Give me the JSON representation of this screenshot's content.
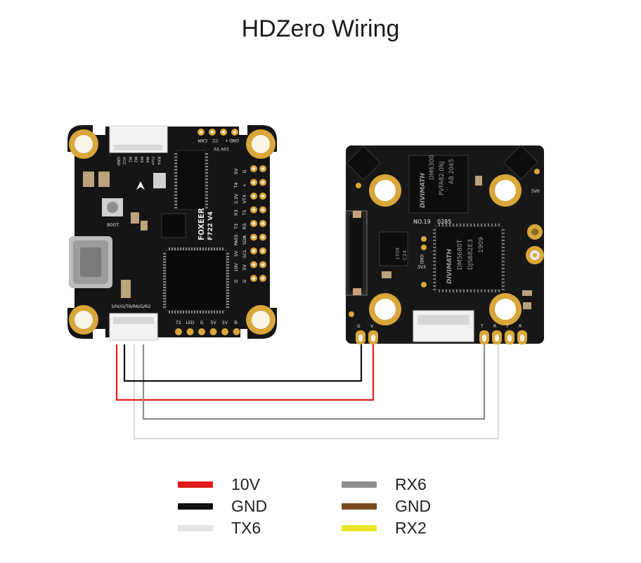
{
  "title": "HDZero Wiring",
  "fc_board": {
    "brand": "FOXEER",
    "model": "F722 V4",
    "boot_label": "BOOT",
    "connector_label": "10V/G/T6/R6/G/R2",
    "top_pads": [
      "GND",
      "+",
      "CC",
      "CAM"
    ],
    "top_pads_sub": [
      "10V",
      "5V"
    ],
    "top_connector_pins": [
      "GND",
      "VCC",
      "M1",
      "M2",
      "M3",
      "M4",
      "Curr",
      "RX4"
    ],
    "right_pads": [
      "G",
      "+",
      "VTX",
      "T5",
      "R5",
      "SDA",
      "SCL",
      "5V",
      "G",
      "5V",
      "T4",
      "3.3V",
      "R3",
      "T3",
      "PASS",
      "5V",
      "10V",
      "G"
    ],
    "bottom_pads": [
      "T2",
      "LED",
      "G",
      "5V",
      "5V",
      "B-"
    ]
  },
  "vtx_board": {
    "brand": "DIVIMATH",
    "chip1_line1": "DM6300",
    "chip1_line2": "PVFA82.0NJ",
    "chip1_line3": "AB 2045",
    "chip2_line1": "DM5680T",
    "chip2_line2": "DJS682E3",
    "chip2_line3": "1909",
    "board_id": "NO.19",
    "board_num": "0285",
    "small_chip_1": "1709",
    "small_chip_2": "C24",
    "label_3v3": "3V3",
    "label_gnd": "GND",
    "label_5v0": "5V0",
    "left_pads": [
      "G",
      "V"
    ],
    "right_pads": [
      "T",
      "R",
      "T",
      "R"
    ]
  },
  "legend": {
    "left": [
      {
        "label": "10V",
        "color": "#e11b1b"
      },
      {
        "label": "GND",
        "color": "#111111"
      },
      {
        "label": "TX6",
        "color": "#e4e4e4"
      }
    ],
    "right": [
      {
        "label": "RX6",
        "color": "#8e8e8e"
      },
      {
        "label": "GND",
        "color": "#7b4a1e"
      },
      {
        "label": "RX2",
        "color": "#ece62b"
      }
    ]
  }
}
